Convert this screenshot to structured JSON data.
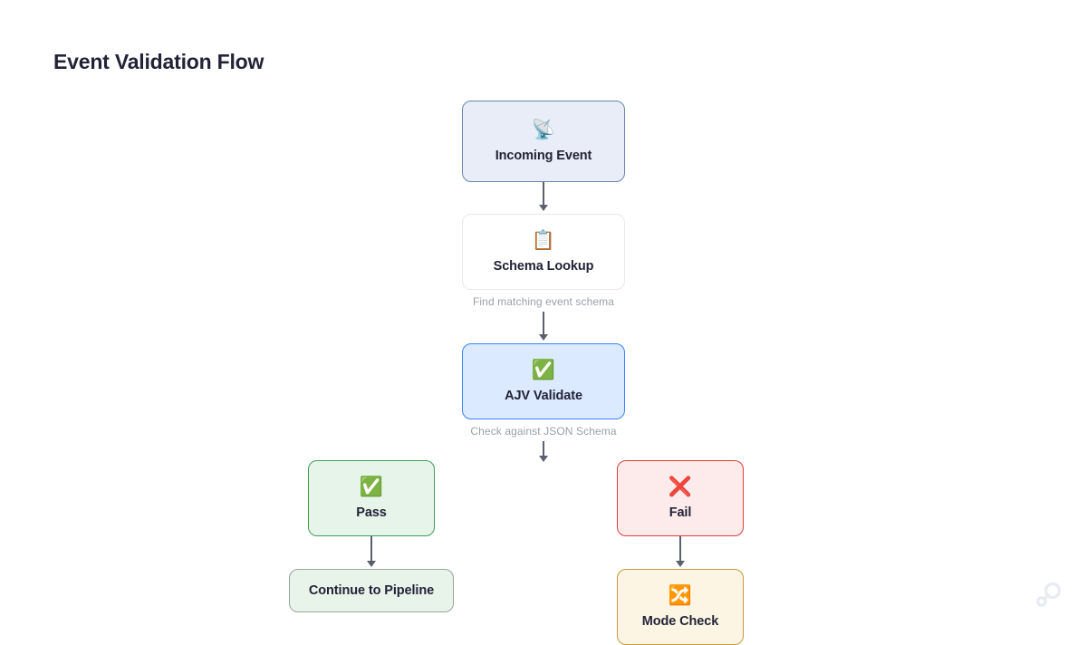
{
  "page": {
    "title": "Event Validation Flow",
    "background_color": "#ffffff"
  },
  "diagram": {
    "type": "flowchart",
    "orientation": "top-down",
    "nodes": [
      {
        "id": "incoming-event",
        "label": "Incoming Event",
        "icon": "satellite-antenna-icon",
        "icon_glyph": "📡",
        "caption": "",
        "fill_color": "#e8edf7",
        "border_color": "#6a85b0"
      },
      {
        "id": "schema-lookup",
        "label": "Schema Lookup",
        "icon": "clipboard-icon",
        "icon_glyph": "📋",
        "caption": "Find matching event schema",
        "fill_color": "#ffffff",
        "border_color": "#e8e8ea"
      },
      {
        "id": "ajv-validate",
        "label": "AJV Validate",
        "icon": "check-mark-button-icon",
        "icon_glyph": "✅",
        "caption": "Check against JSON Schema",
        "fill_color": "#dbeafe",
        "border_color": "#3b82f6"
      },
      {
        "id": "pass",
        "label": "Pass",
        "icon": "check-mark-button-icon",
        "icon_glyph": "✅",
        "caption": "",
        "fill_color": "#e6f4e9",
        "border_color": "#3f9e58"
      },
      {
        "id": "fail",
        "label": "Fail",
        "icon": "cross-mark-icon",
        "icon_glyph": "❌",
        "caption": "",
        "fill_color": "#fdeaea",
        "border_color": "#d8403c"
      },
      {
        "id": "continue-to-pipeline",
        "label": "Continue to Pipeline",
        "icon": "",
        "icon_glyph": "",
        "caption": "",
        "fill_color": "#e8f3ea",
        "border_color": "#9aa3a0"
      },
      {
        "id": "mode-check",
        "label": "Mode Check",
        "icon": "shuffle-icon",
        "icon_glyph": "🔀",
        "caption": "",
        "fill_color": "#fcf5e4",
        "border_color": "#c79a3e"
      }
    ],
    "edges": [
      {
        "from": "incoming-event",
        "to": "schema-lookup"
      },
      {
        "from": "schema-lookup",
        "to": "ajv-validate"
      },
      {
        "from": "ajv-validate",
        "to": ""
      },
      {
        "from": "pass",
        "to": "continue-to-pipeline"
      },
      {
        "from": "fail",
        "to": "mode-check"
      }
    ],
    "edge_color": "#5b6070"
  },
  "watermark": {
    "name": "loop-logo-watermark",
    "color": "#e7ebf2"
  }
}
